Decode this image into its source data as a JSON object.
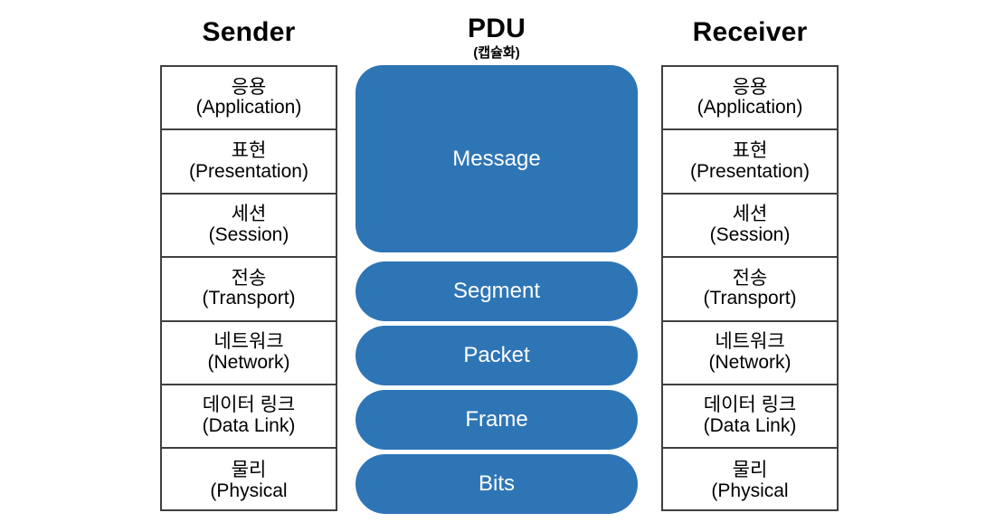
{
  "columns": {
    "sender": {
      "title": "Sender"
    },
    "pdu": {
      "title": "PDU",
      "subtitle": "(캡슐화)"
    },
    "receiver": {
      "title": "Receiver"
    }
  },
  "osi_layers": [
    {
      "ko": "응용",
      "en": "(Application)"
    },
    {
      "ko": "표현",
      "en": "(Presentation)"
    },
    {
      "ko": "세션",
      "en": "(Session)"
    },
    {
      "ko": "전송",
      "en": "(Transport)"
    },
    {
      "ko": "네트워크",
      "en": "(Network)"
    },
    {
      "ko": "데이터 링크",
      "en": "(Data Link)"
    },
    {
      "ko": "물리",
      "en": "(Physical"
    }
  ],
  "pdu_units": [
    {
      "label": "Message"
    },
    {
      "label": "Segment"
    },
    {
      "label": "Packet"
    },
    {
      "label": "Frame"
    },
    {
      "label": "Bits"
    }
  ],
  "colors": {
    "pdu_fill": "#2E75B6",
    "border": "#404040",
    "background": "#ffffff",
    "text": "#000000",
    "pdu_text": "#ffffff"
  }
}
